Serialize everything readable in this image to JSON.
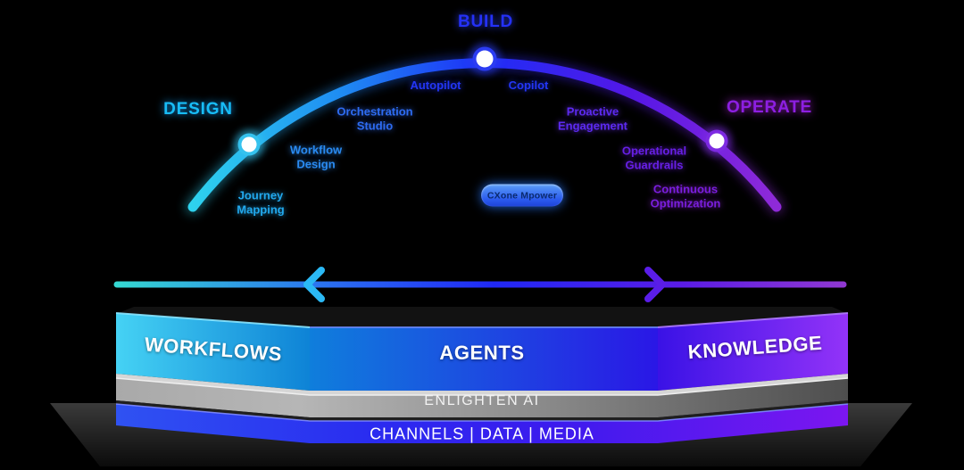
{
  "background_color": "#000000",
  "lifecycle_arc": {
    "phases": [
      {
        "label": "DESIGN",
        "color": "#18bdf6"
      },
      {
        "label": "BUILD",
        "color": "#2431f7"
      },
      {
        "label": "OPERATE",
        "color": "#8d1fe2"
      }
    ],
    "steps": [
      {
        "label": "Journey\nMapping",
        "color": "#22a9ee"
      },
      {
        "label": "Workflow\nDesign",
        "color": "#2a8bf2"
      },
      {
        "label": "Orchestration\nStudio",
        "color": "#2e6cf2"
      },
      {
        "label": "Autopilot",
        "color": "#2336f6"
      },
      {
        "label": "Copilot",
        "color": "#2336f6"
      },
      {
        "label": "Proactive\nEngagement",
        "color": "#5c2af0"
      },
      {
        "label": "Operational\nGuardrails",
        "color": "#671fe6"
      },
      {
        "label": "Continuous\nOptimization",
        "color": "#7a1ede"
      }
    ],
    "badge_label": "CXone Mpower",
    "arc_gradient": [
      "#2ed2ee",
      "#1e2ef6",
      "#8f2ad8"
    ]
  },
  "flow_bar": {
    "gradient": [
      "#35d8d2",
      "#2028f6",
      "#9038d2"
    ]
  },
  "platform": {
    "pillars": [
      {
        "label": "WORKFLOWS",
        "color_start": "#45d2f4",
        "color_end": "#0e83d6"
      },
      {
        "label": "AGENTS",
        "color_start": "#0f7edc",
        "color_end": "#2a17e6"
      },
      {
        "label": "KNOWLEDGE",
        "color_start": "#3a12e6",
        "color_end": "#9333f8"
      }
    ],
    "ai_band": {
      "label": "ENLIGHTEN AI"
    },
    "foundation_band": {
      "label": "CHANNELS | DATA | MEDIA"
    }
  }
}
